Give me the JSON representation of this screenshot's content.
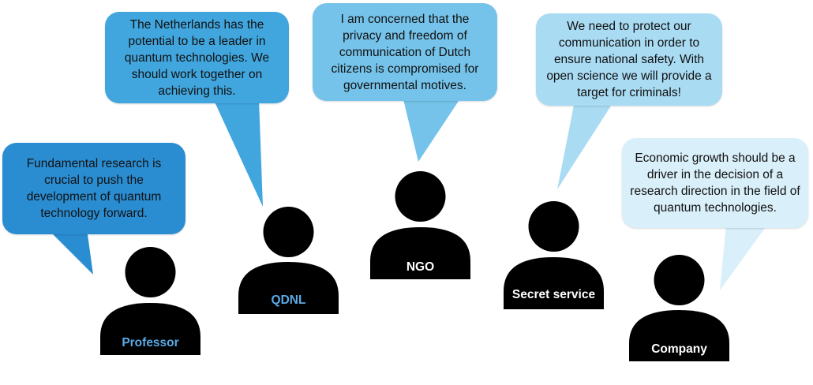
{
  "colors": {
    "professor": "#2a8dd2",
    "qdnl": "#41a6de",
    "ngo": "#75c3ea",
    "secret_service": "#a9dbf3",
    "company": "#d9eff9",
    "figure": "#000000",
    "label_blue": "#5aa9e6",
    "label_white": "#ffffff"
  },
  "actors": [
    {
      "id": "professor",
      "label": "Professor",
      "quote": "Fundamental research is crucial to push the development of quantum technology forward."
    },
    {
      "id": "qdnl",
      "label": "QDNL",
      "quote": "The Netherlands has the potential to be a leader in quantum technologies. We should work together on achieving this."
    },
    {
      "id": "ngo",
      "label": "NGO",
      "quote": "I am concerned that the privacy and freedom of communication of Dutch citizens is compromised for governmental motives."
    },
    {
      "id": "secret_service",
      "label": "Secret service",
      "quote": "We need to protect our communication in order to ensure national safety. With open science we will provide a target for criminals!"
    },
    {
      "id": "company",
      "label": "Company",
      "quote": "Economic growth should be a driver in the decision of a research direction in the field of quantum technologies."
    }
  ]
}
